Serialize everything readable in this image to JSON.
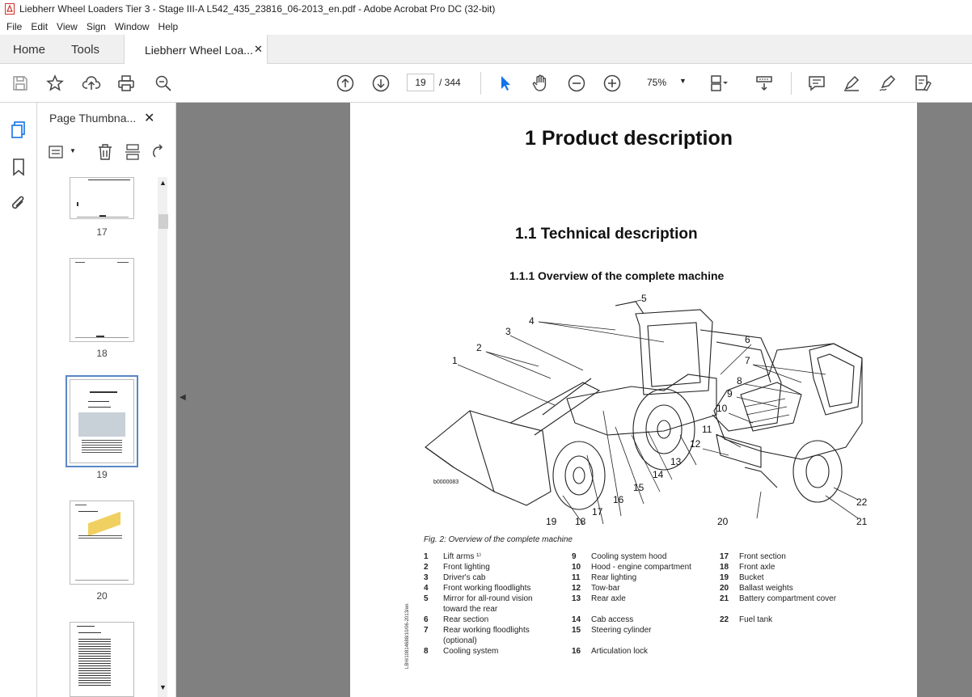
{
  "window": {
    "title": "Liebherr Wheel Loaders Tier 3 - Stage III-A L542_435_23816_06-2013_en.pdf - Adobe Acrobat Pro DC (32-bit)"
  },
  "menu": [
    "File",
    "Edit",
    "View",
    "Sign",
    "Window",
    "Help"
  ],
  "tabs": {
    "home": "Home",
    "tools": "Tools",
    "document": "Liebherr Wheel Loa...",
    "close": "✕"
  },
  "toolbar": {
    "current_page": "19",
    "total_pages": "/ 344",
    "zoom": "75%"
  },
  "panel": {
    "title": "Page Thumbna...",
    "close": "✕",
    "thumbnails": [
      {
        "label": "17"
      },
      {
        "label": "18"
      },
      {
        "label": "19"
      },
      {
        "label": "20"
      }
    ]
  },
  "page": {
    "chapter_title": "1  Product description",
    "section_title": "1.1  Technical description",
    "subsection_title": "1.1.1   Overview of the complete machine",
    "figure_code": "b0000083",
    "caption": "Fig. 2: Overview of the complete machine",
    "side_code": "LBH/10814688/10/06-2013/en",
    "callouts": [
      "1",
      "2",
      "3",
      "4",
      "5",
      "6",
      "7",
      "8",
      "9",
      "10",
      "11",
      "12",
      "13",
      "14",
      "15",
      "16",
      "17",
      "18",
      "19",
      "20",
      "21",
      "22"
    ],
    "legend_col1": [
      {
        "n": "1",
        "t": "Lift arms ¹⁾"
      },
      {
        "n": "2",
        "t": "Front lighting"
      },
      {
        "n": "3",
        "t": "Driver's cab"
      },
      {
        "n": "4",
        "t": "Front working floodlights"
      },
      {
        "n": "5",
        "t": "Mirror for all-round vision"
      },
      {
        "n": "",
        "t": "toward the rear"
      },
      {
        "n": "6",
        "t": "Rear section"
      },
      {
        "n": "7",
        "t": "Rear working floodlights"
      },
      {
        "n": "",
        "t": "(optional)"
      },
      {
        "n": "8",
        "t": "Cooling system"
      }
    ],
    "legend_col2": [
      {
        "n": "9",
        "t": "Cooling system hood"
      },
      {
        "n": "10",
        "t": "Hood - engine compartment"
      },
      {
        "n": "11",
        "t": "Rear lighting"
      },
      {
        "n": "12",
        "t": "Tow-bar"
      },
      {
        "n": "13",
        "t": "Rear axle"
      },
      {
        "n": "",
        "t": ""
      },
      {
        "n": "14",
        "t": "Cab access"
      },
      {
        "n": "15",
        "t": "Steering cylinder"
      },
      {
        "n": "",
        "t": ""
      },
      {
        "n": "16",
        "t": "Articulation lock"
      }
    ],
    "legend_col3": [
      {
        "n": "17",
        "t": "Front section"
      },
      {
        "n": "18",
        "t": "Front axle"
      },
      {
        "n": "19",
        "t": "Bucket"
      },
      {
        "n": "20",
        "t": "Ballast weights"
      },
      {
        "n": "21",
        "t": "Battery compartment cover"
      },
      {
        "n": "",
        "t": ""
      },
      {
        "n": "22",
        "t": "Fuel tank"
      }
    ]
  },
  "colors": {
    "accent": "#1473e6",
    "viewer_bg": "#808080"
  }
}
